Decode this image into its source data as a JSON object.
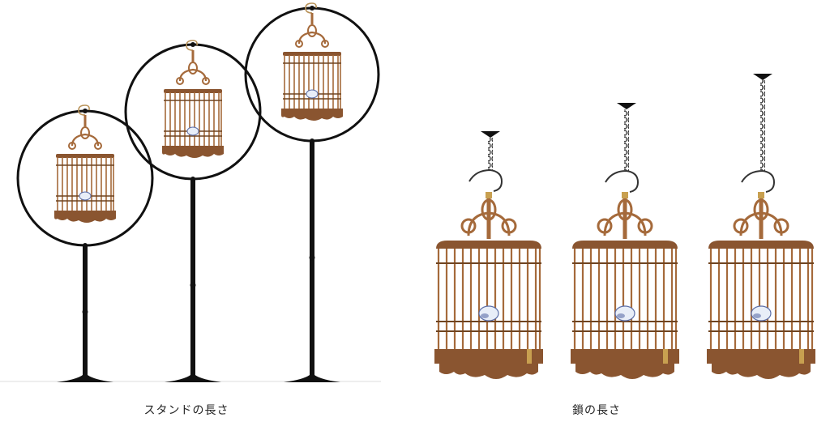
{
  "captions": {
    "stand": "スタンドの長さ",
    "chain": "鎖の長さ"
  },
  "colors": {
    "background": "#ffffff",
    "bamboo": "#a56a3b",
    "bamboo_dark": "#6f4420",
    "base_wood": "#8a5530",
    "metal": "#111111",
    "chain": "#2a2a2a",
    "brass": "#c8a050",
    "bird_body": "#e8eef8",
    "bird_shade": "#5b6ea8"
  },
  "groups": {
    "stand": {
      "cage_count": 3,
      "item": "stand-with-ring-and-cage"
    },
    "chain": {
      "cage_count": 3,
      "item": "hanging-cage-on-chain"
    }
  }
}
